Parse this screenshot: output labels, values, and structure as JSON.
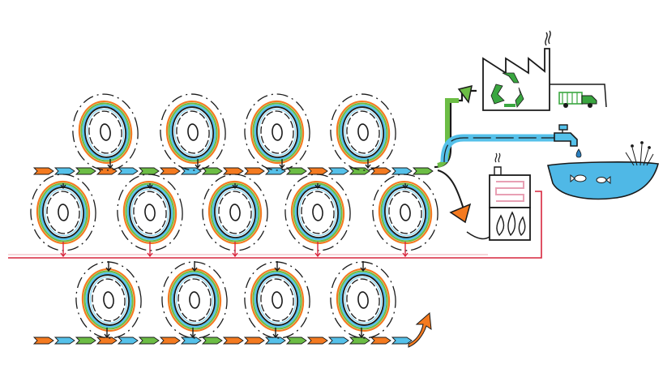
{
  "colors": {
    "orange": "#f47a20",
    "blue": "#55c1ea",
    "green": "#6cbd45",
    "red": "#d7263d",
    "ink": "#1a1a1a",
    "water": "#4fb8e6",
    "recycle": "#3aa640",
    "heat_pink": "#e8a0b4"
  },
  "diagram": {
    "rows": [
      {
        "id": "top",
        "cells": 4
      },
      {
        "id": "middle",
        "cells": 5
      },
      {
        "id": "bottom",
        "cells": 4
      }
    ],
    "flows": {
      "arrow_pattern": [
        "orange",
        "blue",
        "green",
        "orange",
        "blue",
        "green",
        "orange",
        "blue",
        "green",
        "orange"
      ],
      "heat_line": "red"
    },
    "outputs": [
      "recycling-factory",
      "water-tap",
      "pond",
      "heat-boiler"
    ],
    "icons": {
      "recycle": "recycle-icon",
      "truck": "truck-icon",
      "tap": "tap-icon",
      "fish": "fish-icon",
      "flame": "flame-icon",
      "smoke": "smoke-icon"
    }
  }
}
